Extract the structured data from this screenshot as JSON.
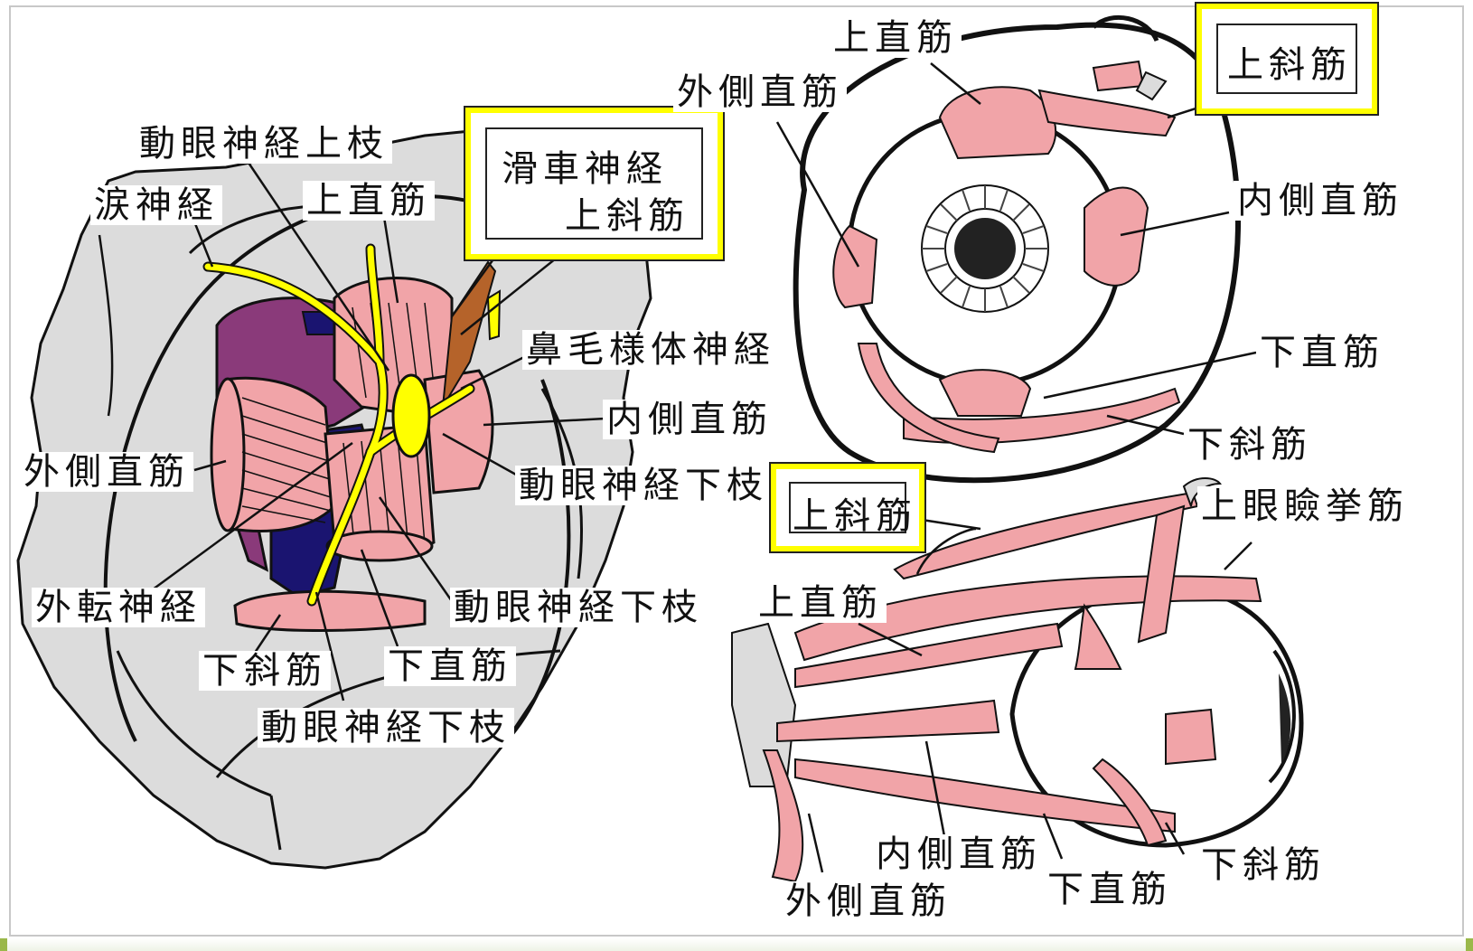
{
  "palette": {
    "bone": "#dcdcdc",
    "muscle": "#f1a4a8",
    "nerve": "#ffff00",
    "dark_purple": "#8a3a7a",
    "navy": "#1a1470",
    "brown": "#b5632a",
    "outline": "#111111",
    "highlight": "#ffff00"
  },
  "left_figure": {
    "labels": {
      "oculomotor_superior_branch": "動眼神経上枝",
      "lacrimal_nerve": "涙神経",
      "superior_rectus": "上直筋",
      "nasociliary_nerve": "鼻毛様体神経",
      "medial_rectus": "内側直筋",
      "lateral_rectus": "外側直筋",
      "oculomotor_inferior_branch_1": "動眼神経下枝",
      "abducens_nerve": "外転神経",
      "oculomotor_inferior_branch_2": "動眼神経下枝",
      "inferior_oblique": "下斜筋",
      "inferior_rectus": "下直筋",
      "oculomotor_inferior_branch_3": "動眼神経下枝"
    },
    "highlight_box": {
      "trochlear_nerve": "滑車神経",
      "superior_oblique": "上斜筋"
    }
  },
  "top_right_figure": {
    "labels": {
      "superior_rectus": "上直筋",
      "lateral_rectus": "外側直筋",
      "medial_rectus": "内側直筋",
      "inferior_rectus": "下直筋",
      "inferior_oblique": "下斜筋"
    },
    "highlight_label": "上斜筋"
  },
  "bottom_right_figure": {
    "labels": {
      "levator": "上眼瞼挙筋",
      "superior_rectus": "上直筋",
      "medial_rectus": "内側直筋",
      "lateral_rectus": "外側直筋",
      "inferior_rectus": "下直筋",
      "inferior_oblique": "下斜筋"
    },
    "highlight_label": "上斜筋"
  }
}
